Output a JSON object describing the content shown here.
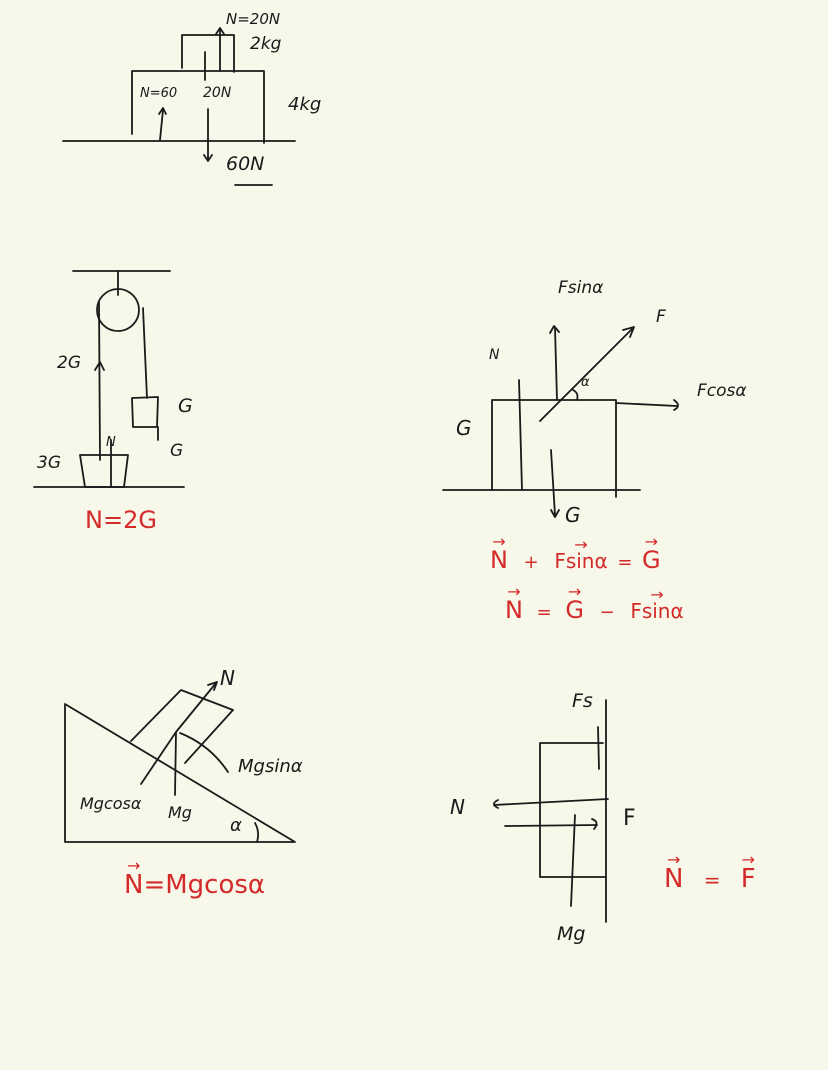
{
  "page": {
    "background": "#f7f7ea",
    "ink_color": "#1a1a1a",
    "accent_color": "#d42a2a"
  },
  "diagram1": {
    "name": "stacked blocks",
    "top_block_mass": "2kg",
    "bottom_block_mass": "4kg",
    "normal_top": "N=20N",
    "weight_top": "20N",
    "normal_bottom": "N=60",
    "total_weight": "60N"
  },
  "diagram2": {
    "name": "pulley system",
    "tension": "2G",
    "hanging_weight": "G",
    "hanging_weight_down": "G",
    "ground_weight": "3G",
    "normal": "N",
    "result": "N=2G"
  },
  "diagram3": {
    "name": "angled force on block",
    "fsin": "Fsinα",
    "force": "F",
    "fcos": "Fcosα",
    "normal": "N",
    "angle": "α",
    "gravity_left": "G",
    "gravity_down": "G",
    "eq1": {
      "a": "N",
      "op": "+",
      "b": "Fsinα",
      "eq": "=",
      "c": "G"
    },
    "eq2": {
      "a": "N",
      "eq": "=",
      "b": "G",
      "op": "−",
      "c": "Fsinα"
    }
  },
  "diagram4": {
    "name": "inclined plane",
    "normal": "N",
    "mgsin": "Mgsinα",
    "mgcos": "Mgcosα",
    "mg": "Mg",
    "angle": "α",
    "result": {
      "a": "N",
      "rest": "=Mgcosα"
    }
  },
  "diagram5": {
    "name": "block pressed against wall",
    "friction": "Fs",
    "normal": "N",
    "force": "F",
    "weight": "Mg",
    "result": {
      "a": "N",
      "eq": "=",
      "b": "F"
    }
  }
}
